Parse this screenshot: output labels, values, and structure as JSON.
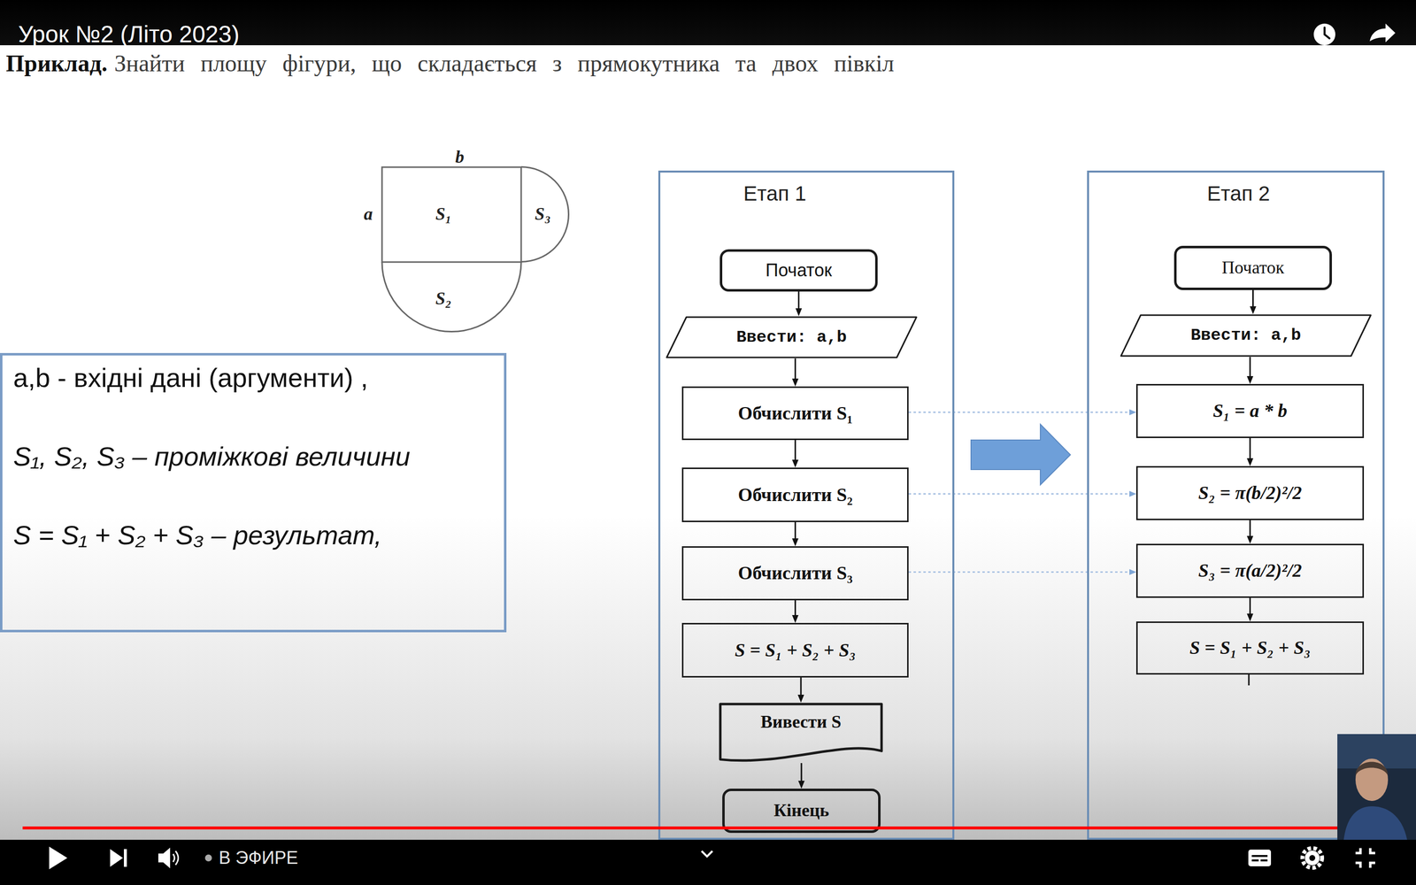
{
  "diagram": {
    "title": "Урок №2 (Літо 2023)",
    "nodes": [
      {
        "text": [
          "a,b - вхідні дані (аргументи) ,",
          "S₁, S₂, S₃ – проміжкові величини",
          "S = S₁ + S₂ + S₃ – результат,"
        ]
      },
      {
        "text": [
          "Етап 1"
        ]
      },
      {
        "text": [
          "Початок"
        ],
        "in": 1
      },
      {
        "text": [
          "Ввести: a,b"
        ],
        "in": 1
      },
      {
        "text": [
          "Обчислити S₁"
        ],
        "in": 1
      },
      {
        "text": [
          "Обчислити S₂"
        ],
        "in": 1
      },
      {
        "text": [
          "Обчислити S₃"
        ],
        "in": 1
      },
      {
        "text": [
          "S = S₁ + S₂ + S₃"
        ],
        "in": 1
      },
      {
        "text": [
          "Вивести S"
        ],
        "in": 1
      },
      {
        "text": [
          "Кінець"
        ],
        "in": 1
      },
      {
        "text": [
          "Етап 2"
        ]
      },
      {
        "text": [
          "Початок"
        ],
        "in": 10
      },
      {
        "text": [
          "Ввести: a,b"
        ],
        "in": 10
      },
      {
        "text": [
          "S₁ = a * b"
        ],
        "in": 10
      },
      {
        "text": [
          "S₂ = π(b/2)²/2"
        ],
        "in": 10
      },
      {
        "text": [
          "S₃ = π(a/2)²/2"
        ],
        "in": 10
      },
      {
        "text": [
          "S = S₁ + S₂ + S₃"
        ],
        "in": 10
      }
    ],
    "edges": [
      {
        "from": 2,
        "to": 3,
        "arrow": "to"
      },
      {
        "from": 3,
        "to": 4,
        "arrow": "to"
      },
      {
        "from": 4,
        "to": 5,
        "arrow": "to"
      },
      {
        "from": 5,
        "to": 6,
        "arrow": "to"
      },
      {
        "from": 6,
        "to": 7,
        "arrow": "to"
      },
      {
        "from": 7,
        "to": 8,
        "arrow": "to"
      },
      {
        "from": 8,
        "to": 9,
        "arrow": "to"
      },
      {
        "from": 4,
        "to": 13,
        "arrow": "to"
      },
      {
        "from": 5,
        "to": 14,
        "arrow": "to"
      },
      {
        "from": 6,
        "to": 15,
        "arrow": "to"
      },
      {
        "from": 11,
        "to": 12,
        "arrow": "to"
      },
      {
        "from": 12,
        "to": 13,
        "arrow": "to"
      },
      {
        "from": 13,
        "to": 14,
        "arrow": "to"
      },
      {
        "from": 14,
        "to": 15,
        "arrow": "to"
      },
      {
        "from": 15,
        "to": 16,
        "arrow": "to"
      }
    ],
    "labels": [
      "Приклад.",
      "Знайти площу фігури, що складається з прямокутника та двох півкіл",
      "b",
      "a",
      "S₁",
      "S₃",
      "S₂",
      "В ЭФИРЕ"
    ]
  }
}
